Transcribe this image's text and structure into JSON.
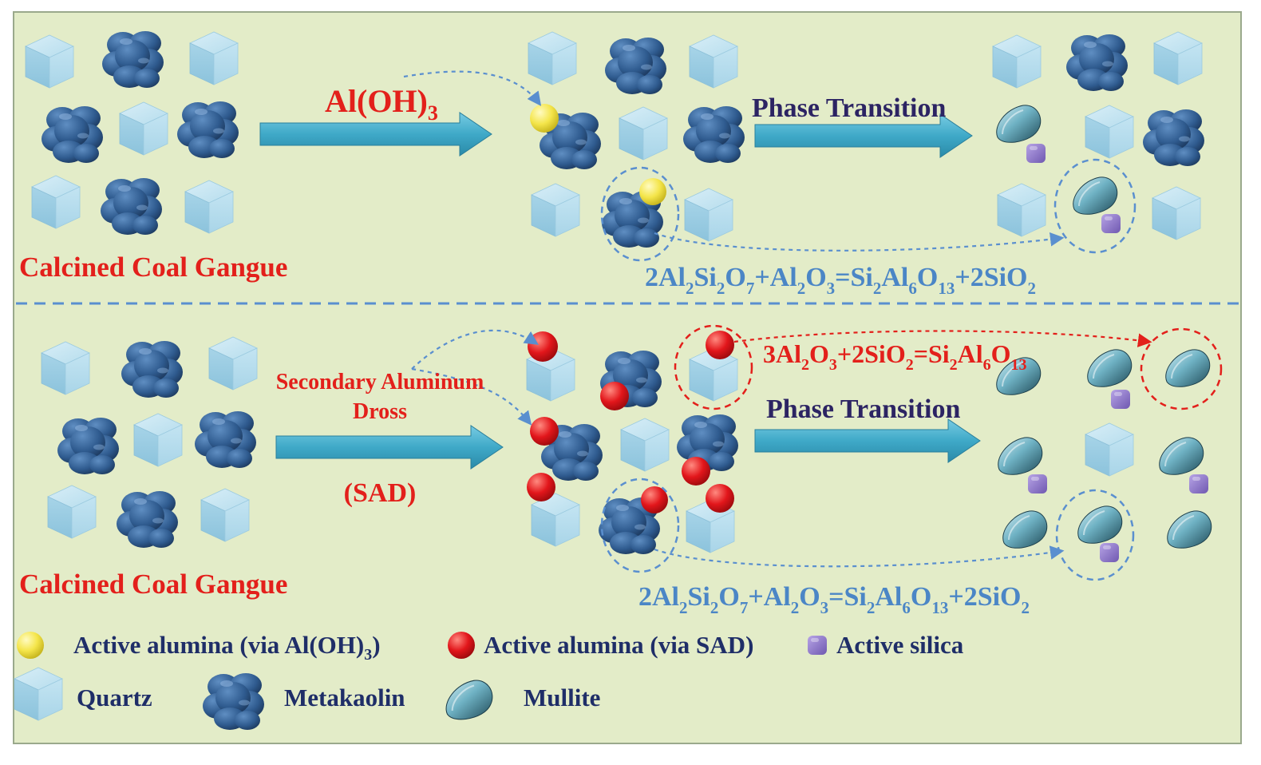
{
  "top_panel": {
    "reagent": "Al(OH)",
    "reagent_sub": "3",
    "transition_label": "Phase Transition",
    "source_label": "Calcined Coal Gangue",
    "equation": {
      "parts": [
        {
          "t": "2Al"
        },
        {
          "s": "2"
        },
        {
          "t": "Si"
        },
        {
          "s": "2"
        },
        {
          "t": "O"
        },
        {
          "s": "7"
        },
        {
          "t": "+Al"
        },
        {
          "s": "2"
        },
        {
          "t": "O"
        },
        {
          "s": "3"
        },
        {
          "t": "=Si"
        },
        {
          "s": "2"
        },
        {
          "t": "Al"
        },
        {
          "s": "6"
        },
        {
          "t": "O"
        },
        {
          "s": "13"
        },
        {
          "t": "+2SiO"
        },
        {
          "s": "2"
        }
      ]
    }
  },
  "bottom_panel": {
    "reagent_line1": "Secondary Aluminum",
    "reagent_line2": "Dross",
    "reagent_abbr": "(SAD)",
    "transition_label": "Phase Transition",
    "source_label": "Calcined Coal Gangue",
    "red_equation": {
      "parts": [
        {
          "t": "3Al"
        },
        {
          "s": "2"
        },
        {
          "t": "O"
        },
        {
          "s": "3"
        },
        {
          "t": "+2SiO"
        },
        {
          "s": "2"
        },
        {
          "t": "=Si"
        },
        {
          "s": "2"
        },
        {
          "t": "Al"
        },
        {
          "s": "6"
        },
        {
          "t": "O"
        },
        {
          "s": "13"
        }
      ]
    },
    "equation": {
      "parts": [
        {
          "t": "2Al"
        },
        {
          "s": "2"
        },
        {
          "t": "Si"
        },
        {
          "s": "2"
        },
        {
          "t": "O"
        },
        {
          "s": "7"
        },
        {
          "t": "+Al"
        },
        {
          "s": "2"
        },
        {
          "t": "O"
        },
        {
          "s": "3"
        },
        {
          "t": "=Si"
        },
        {
          "s": "2"
        },
        {
          "t": "Al"
        },
        {
          "s": "6"
        },
        {
          "t": "O"
        },
        {
          "s": "13"
        },
        {
          "t": "+2SiO"
        },
        {
          "s": "2"
        }
      ]
    }
  },
  "legend": {
    "active_alumina_aloh": "Active alumina (via Al(OH)",
    "active_alumina_aloh_sub": "3",
    "active_alumina_aloh_end": ")",
    "active_alumina_sad": "Active alumina (via SAD)",
    "active_silica": "Active silica",
    "quartz": "Quartz",
    "metakaolin": "Metakaolin",
    "mullite": "Mullite"
  },
  "colors": {
    "background": "#e3ecc8",
    "arrow": "#3fa9c8",
    "red_text": "#e3201b",
    "blue_text": "#4b86c6",
    "navy_text": "#2c2463",
    "quartz": "#a9d6ea",
    "metakaolin": "#2f5b8f",
    "mullite": "#3a7b90",
    "silica": "#8d74c9",
    "alumina_aloh": "#f4e54a",
    "alumina_sad": "#e2161b"
  }
}
